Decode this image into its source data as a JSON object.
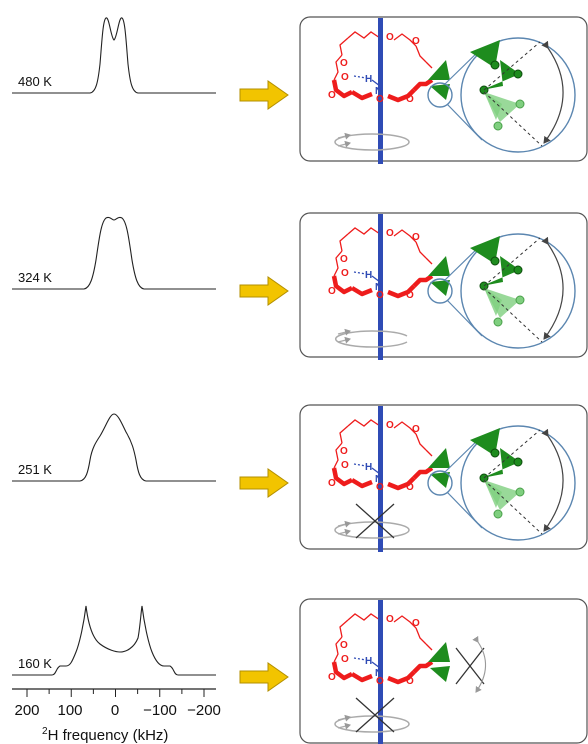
{
  "spectra": [
    {
      "temperature_label": "480 K"
    },
    {
      "temperature_label": "324 K"
    },
    {
      "temperature_label": "251 K"
    },
    {
      "temperature_label": "160 K"
    }
  ],
  "axis": {
    "tick_labels": [
      "200",
      "100",
      "0",
      "−100",
      "−200"
    ],
    "title_sup": "2",
    "title_main": "H frequency (kHz)"
  },
  "molecule": {
    "atom_o": "O",
    "atom_h": "H",
    "atom_n": "N"
  },
  "colors": {
    "crown": "#ee1c1c",
    "axle": "#2f4bb5",
    "rotor": "#1e8c1e",
    "rotor_faded": "#7fcf7f",
    "arrow": "#f2c400",
    "panel_border": "#555555",
    "zoom_border": "#5b86b0"
  },
  "icons": [
    "right-arrow-icon",
    "rotation-ellipse-icon",
    "blocked-cross-icon",
    "double-headed-arc-arrow-icon"
  ]
}
